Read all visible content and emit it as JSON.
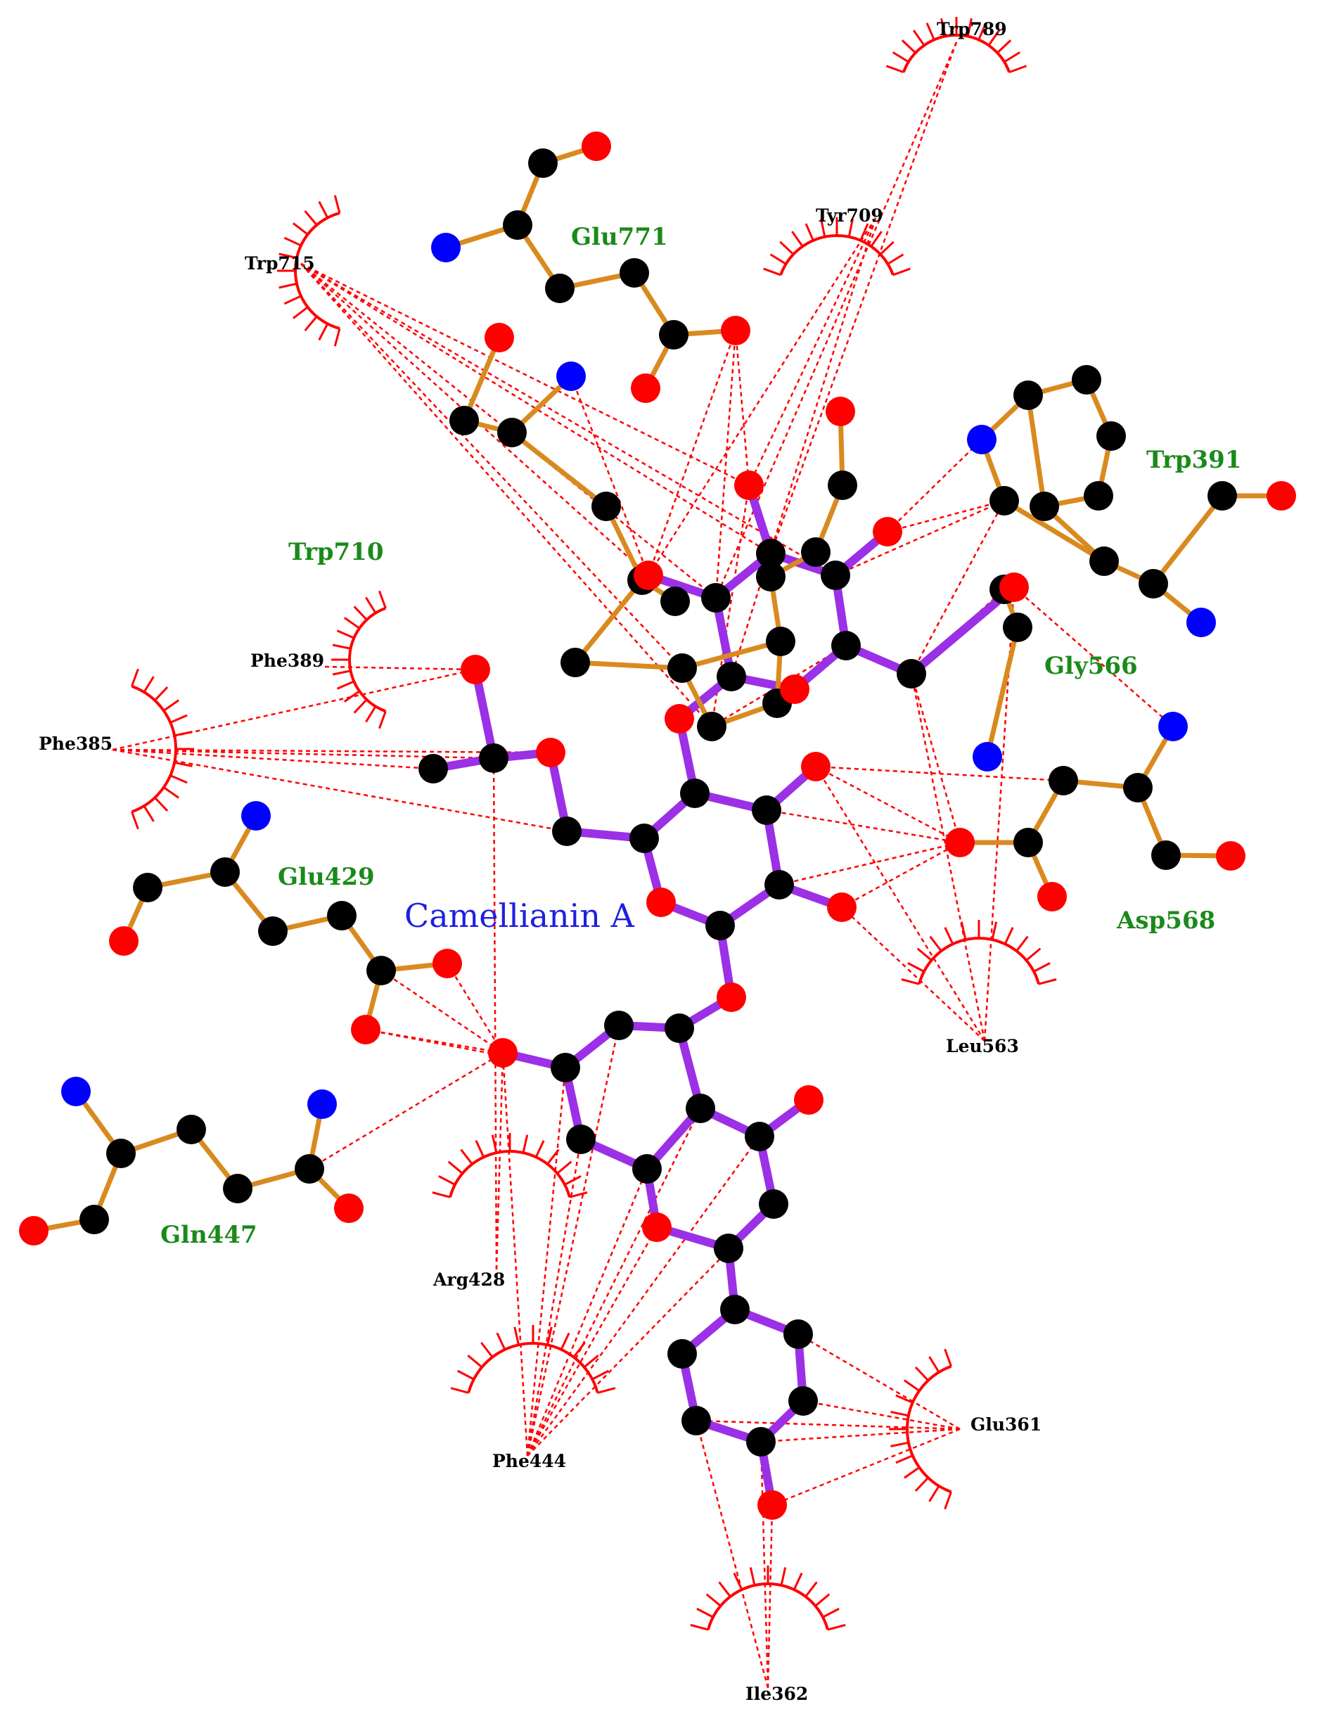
{
  "colors": {
    "carbon": "#000000",
    "oxygen": "#ff0000",
    "nitrogen": "#0000ff",
    "ligand_bond": "#9b30e6",
    "residue_bond": "#d98a1f",
    "contact": "#ff0000",
    "residue_label": "#1a8a1a",
    "ligand_label": "#1f1fe0"
  },
  "ligand": {
    "name": "Camellianin A"
  },
  "residues": [
    {
      "id": "glu771",
      "label": "Glu771"
    },
    {
      "id": "trp710",
      "label": "Trp710"
    },
    {
      "id": "trp391",
      "label": "Trp391"
    },
    {
      "id": "gly566",
      "label": "Gly566"
    },
    {
      "id": "glu429",
      "label": "Glu429"
    },
    {
      "id": "asp568",
      "label": "Asp568"
    },
    {
      "id": "gln447",
      "label": "Gln447"
    }
  ],
  "hydrophobic_contacts": [
    {
      "id": "trp789",
      "label": "Trp789"
    },
    {
      "id": "tyr709",
      "label": "Tyr709"
    },
    {
      "id": "trp715",
      "label": "Trp715"
    },
    {
      "id": "phe389",
      "label": "Phe389"
    },
    {
      "id": "phe385",
      "label": "Phe385"
    },
    {
      "id": "leu563",
      "label": "Leu563"
    },
    {
      "id": "arg428",
      "label": "Arg428"
    },
    {
      "id": "phe444",
      "label": "Phe444"
    },
    {
      "id": "glu361",
      "label": "Glu361"
    },
    {
      "id": "ile362",
      "label": "Ile362"
    }
  ]
}
